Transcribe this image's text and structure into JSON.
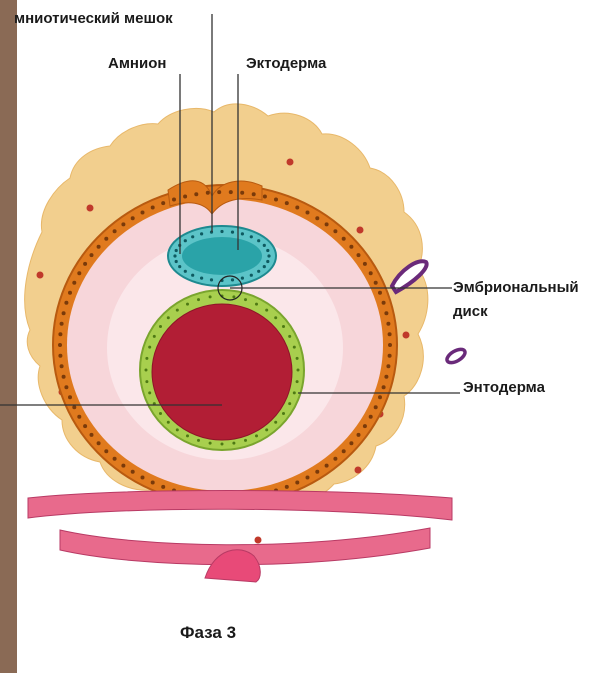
{
  "labels": {
    "amniotic_sac": "мниотический мешок",
    "amnion": "Амнион",
    "ectoderm": "Эктодерма",
    "embryonic_disc_line1": "Эмбриональный",
    "embryonic_disc_line2": "диск",
    "endoderm": "Энтодерма",
    "phase": "Фаза 3"
  },
  "colors": {
    "background": "#ffffff",
    "tissue_left": "#8a6a55",
    "trophoblast_outer": "#f2cf8e",
    "cell_layer": "#e07a1e",
    "cavity": "#f7d6da",
    "amniotic_cavity": "#2aa3a8",
    "yolk_sac": "#b21e35",
    "yolk_sac_rim": "#a8cf4e",
    "uterine_epithelium": "#e86a8c",
    "vessel": "#6a2a7a",
    "leader_line": "#333333"
  }
}
